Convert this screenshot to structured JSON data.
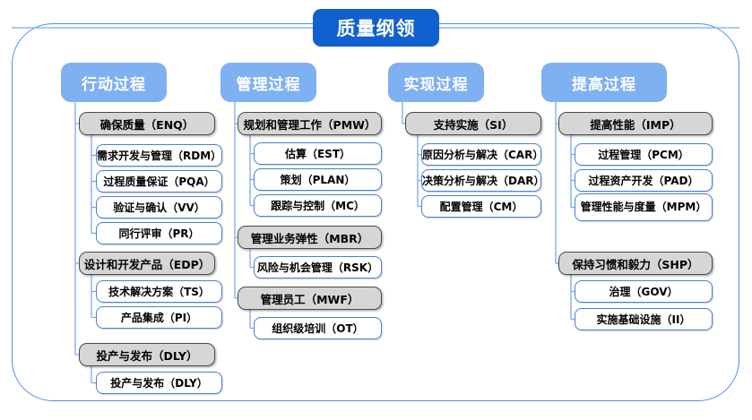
{
  "diagram": {
    "title": "质量纲领",
    "frame_color": "#4a90e8",
    "title_color": "#1160d0",
    "header_color": "#7fb0f2",
    "parent_fill": "#d6d6d6",
    "child_border": "#4a7fd0"
  },
  "columns": [
    {
      "header": "行动过程",
      "groups": [
        {
          "parent": "确保质量（ENQ）",
          "children": [
            "需求开发与管理（RDM）",
            "过程质量保证（PQA）",
            "验证与确认（VV）",
            "同行评审（PR）"
          ]
        },
        {
          "parent": "设计和开发产品（EDP）",
          "children": [
            "技术解决方案（TS）",
            "产品集成（PI）"
          ]
        },
        {
          "parent": "投产与发布（DLY）",
          "children": [
            "投产与发布（DLY）"
          ]
        }
      ]
    },
    {
      "header": "管理过程",
      "groups": [
        {
          "parent": "规划和管理工作（PMW）",
          "children": [
            "估算（EST）",
            "策划（PLAN）",
            "跟踪与控制（MC）"
          ]
        },
        {
          "parent": "管理业务弹性（MBR）",
          "children": [
            "风险与机会管理（RSK）"
          ]
        },
        {
          "parent": "管理员工（MWF）",
          "children": [
            "组织级培训（OT）"
          ]
        }
      ]
    },
    {
      "header": "实现过程",
      "groups": [
        {
          "parent": "支持实施（SI）",
          "children": [
            "原因分析与解决（CAR）",
            "决策分析与解决（DAR）",
            "配置管理（CM）"
          ]
        }
      ]
    },
    {
      "header": "提高过程",
      "groups": [
        {
          "parent": "提高性能（IMP）",
          "children": [
            "过程管理（PCM）",
            "过程资产开发（PAD）",
            "管理性能与度量\n（MPM）"
          ]
        },
        {
          "parent": "保持习惯和毅力（SHP）",
          "children": [
            "治理（GOV）",
            "实施基础设施（II）"
          ]
        }
      ]
    }
  ]
}
